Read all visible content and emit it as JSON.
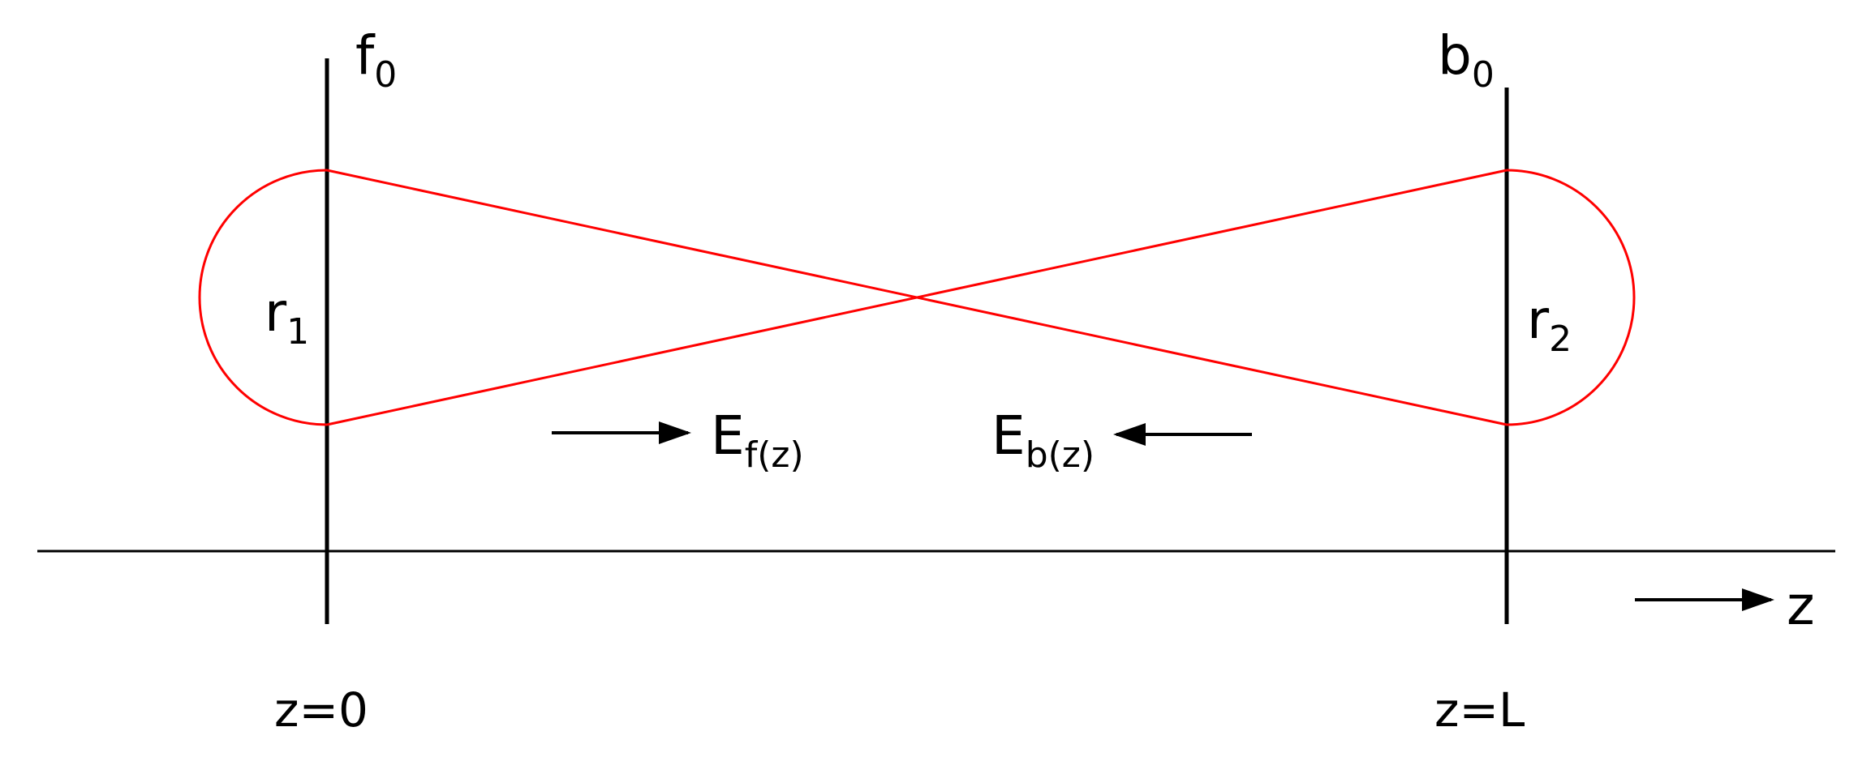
{
  "labels": {
    "mirror_left": {
      "base": "f",
      "sub": "0"
    },
    "mirror_right": {
      "base": "b",
      "sub": "0"
    },
    "radius_left": {
      "base": "r",
      "sub": "1"
    },
    "radius_right": {
      "base": "r",
      "sub": "2"
    },
    "field_forward": {
      "base": "E",
      "sub": "f(z)"
    },
    "field_backward": {
      "base": "E",
      "sub": "b(z)"
    },
    "axis_label": "z",
    "position_left": "z=0",
    "position_right": "z=L"
  },
  "colors": {
    "beam": "#ff0000",
    "lines": "#000000",
    "background": "#ffffff"
  }
}
